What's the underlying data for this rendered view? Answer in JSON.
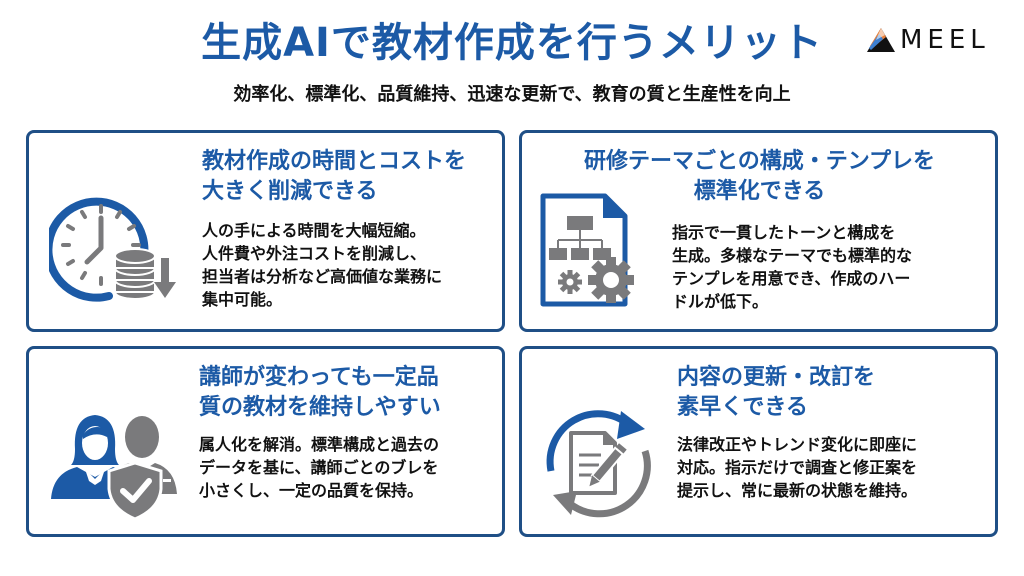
{
  "header": {
    "title": "生成AIで教材作成を行うメリット",
    "subtitle": "効率化、標準化、品質維持、迅速な更新で、教育の質と生産性を向上",
    "logo_text": "MEEL"
  },
  "colors": {
    "accent_blue": "#1c5aa6",
    "border_navy": "#1f4f86",
    "icon_gray": "#7a7a7c",
    "text_dark": "#111111"
  },
  "cards": [
    {
      "icon": "clock-database-down-icon",
      "heading": "教材作成の時間とコストを\n大きく削減できる",
      "body": "人の手による時間を大幅短縮。\n人件費や外注コストを削減し、\n担当者は分析など高価値な業務に\n集中可能。"
    },
    {
      "icon": "document-hierarchy-gear-icon",
      "heading": "研修テーマごとの構成・テンプレを\n標準化できる",
      "body": "指示で一貫したトーンと構成を\n生成。多様なテーマでも標準的な\nテンプレを用意でき、作成のハー\nドルが低下。"
    },
    {
      "icon": "people-shield-check-icon",
      "heading": "講師が変わっても一定品\n質の教材を維持しやすい",
      "body": "属人化を解消。標準構成と過去の\nデータを基に、講師ごとのブレを\n小さくし、一定の品質を保持。"
    },
    {
      "icon": "document-edit-refresh-icon",
      "heading": "内容の更新・改訂を\n素早くできる",
      "body": "法律改正やトレンド変化に即座に\n対応。指示だけで調査と修正案を\n提示し、常に最新の状態を維持。"
    }
  ]
}
